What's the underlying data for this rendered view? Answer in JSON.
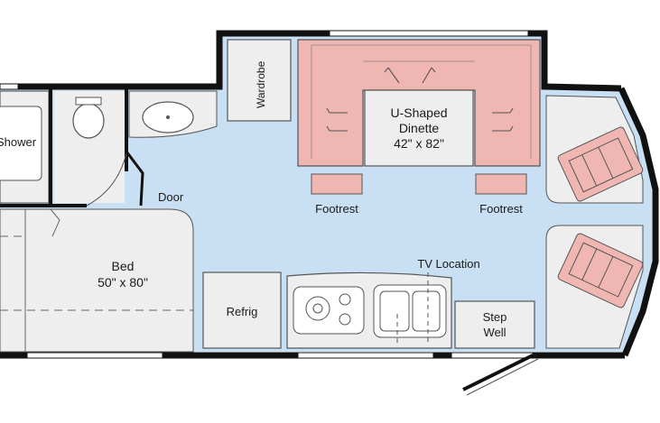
{
  "floorplan": {
    "labels": {
      "shower": "Shower",
      "wardrobe": "Wardrobe",
      "dinette_line1": "U-Shaped",
      "dinette_line2": "Dinette",
      "dinette_size": "42\" x 82\"",
      "door": "Door",
      "footrest_left": "Footrest",
      "footrest_right": "Footrest",
      "tv_location": "TV Location",
      "bed": "Bed",
      "bed_size": "50\" x 80\"",
      "refrig": "Refrig",
      "step_line1": "Step",
      "step_line2": "Well"
    },
    "colors": {
      "floor": "#c9dff3",
      "furniture": "#eeeeee",
      "seating": "#f0b6b2",
      "wall": "#111111"
    }
  }
}
